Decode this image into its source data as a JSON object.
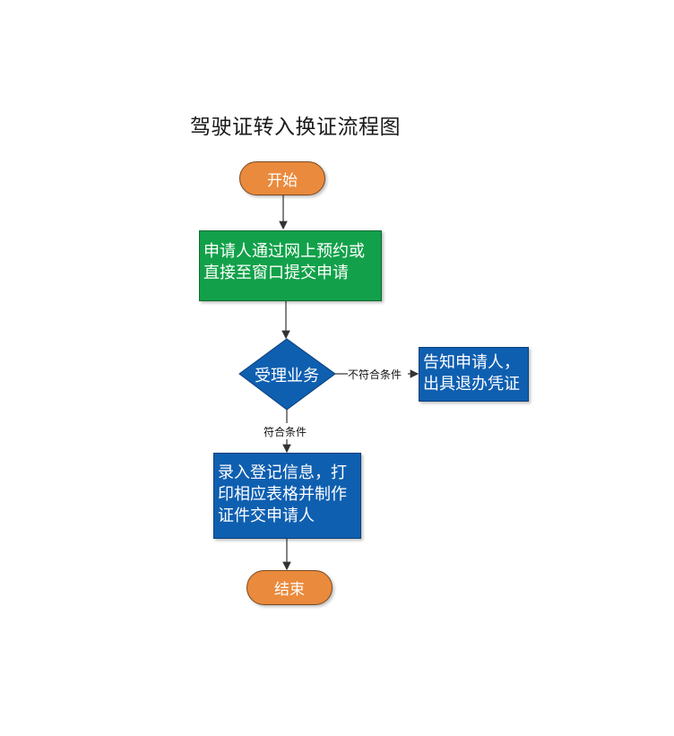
{
  "title": "驾驶证转入换证流程图",
  "nodes": {
    "start": "开始",
    "submit": [
      "申请人通过网上预约或",
      "直接至窗口提交申请"
    ],
    "decision": "受理业务",
    "reject": [
      "告知申请人，",
      "出具退办凭证"
    ],
    "process": [
      "录入登记信息，打",
      "印相应表格并制作",
      "证件交申请人"
    ],
    "end": "结束"
  },
  "edges": {
    "not_qualified": "不符合条件",
    "qualified": "符合条件"
  },
  "colors": {
    "terminal": "#ea8a3c",
    "submit": "#12a14a",
    "blue": "#0f5fb0"
  }
}
